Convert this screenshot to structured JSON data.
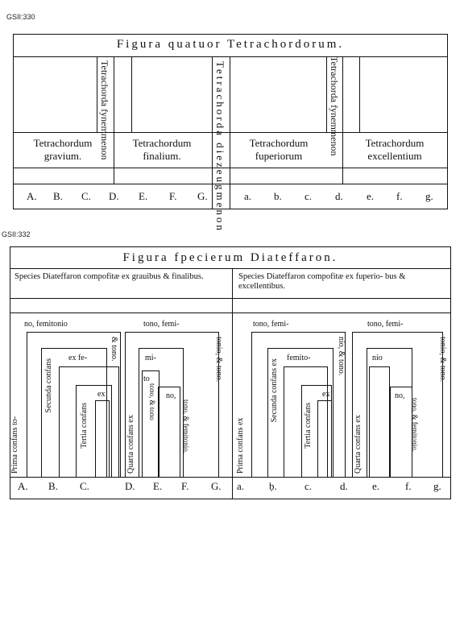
{
  "fig1": {
    "sig": "GSII:330",
    "title": "Figura      quatuor      Tetrachordorum.",
    "synemmenon_v": "Tetrachorda fynemmenon",
    "diezeugmenon_v": "Tetrachorda diezeugmenon",
    "synemmenon_v2": "Tetrachorda fynemmenon",
    "gravium": "Tetrachordum gravium.",
    "finalium": "Tetrachordum finalium.",
    "superiorum": "Tetrachordum fuperiorum",
    "excellentium": "Tetrachordum excellentium",
    "keys": [
      "A.",
      "B.",
      "C.",
      "D.",
      "E.",
      "F.",
      "G.",
      "a.",
      "b.",
      "c.",
      "d.",
      "e.",
      "f.",
      "g."
    ]
  },
  "fig2": {
    "sig": "GSII:332",
    "title": "Figura    fpecierum    Diateffaron.",
    "note_left": "Species  Diateffaron  compofitæ  ex  grauibus & finalibus.",
    "note_right": "Species  Diateffaron  compofitæ  ex  fuperio- bus  &  excellentibus.",
    "prima_v": "Prima  confans  to-",
    "no_femitonio": "no,  femitonio",
    "o_tono": "& tono.",
    "secunda_v": "Secunda  confans",
    "ex_fe": "ex  fe-",
    "tertia_v": "Tertia  confans",
    "ex": "ex",
    "quarta_v": "Quarta  confans  ex",
    "tono_femi": "tono,  femi-",
    "tonio_tono": "tonio,  &  tono.",
    "mi": "mi-",
    "to": "to",
    "tono_tono": "tono, & tono",
    "no": "no,",
    "tono_femit": "tono, & femitonio.",
    "r_prima_v": "Prima  confans  ex",
    "r_tono_femi": "tono,  femi-",
    "r_nio_tono": "nio,  &  tono.",
    "r_secunda_v": "Secunda  confans  ex",
    "r_femito": "femito-",
    "r_tertia_v": "Tertia  confans",
    "r_ex": "ex",
    "r_quarta_v": "Quarta  confans  ex",
    "r_tono_femi2": "tono,  femi-",
    "r_tonio_tono": "tonio,  &  tono.",
    "r_nio": "nio",
    "r_no": "no,",
    "r_tono_femitonio": "tono, & femitonio.",
    "keys": [
      "A.",
      "B.",
      "C.",
      "D.",
      "E.",
      "F.",
      "G.",
      "a.",
      "ḅ.",
      "c.",
      "d.",
      "e.",
      "f.",
      "g."
    ]
  }
}
